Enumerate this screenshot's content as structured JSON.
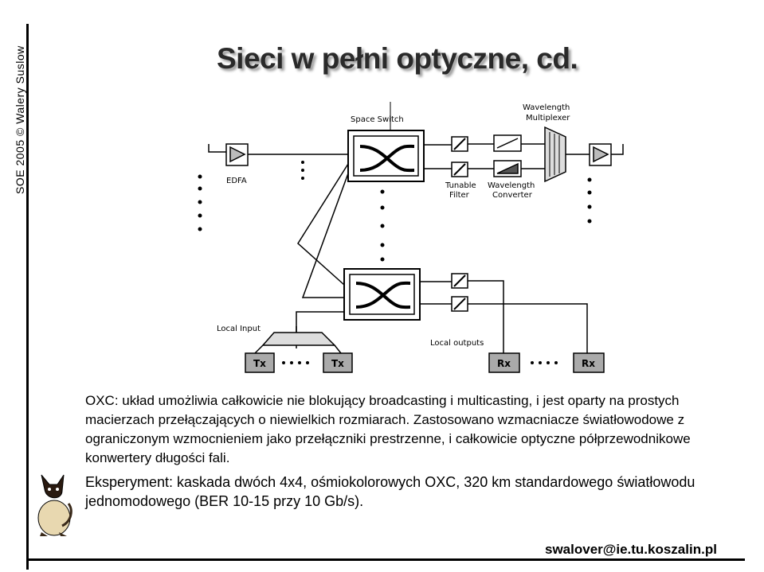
{
  "slide": {
    "title": "Sieci w pełni optyczne, cd.",
    "sidebar": "SOE 2005   © Walery Suslow",
    "paragraph1": "OXC: układ umożliwia całkowicie nie blokujący broadcasting i multicasting, i jest oparty na prostych macierzach przełączających o niewielkich rozmiarach. Zastosowano wzmacniacze światłowodowe z ograniczonym wzmocnieniem jako przełączniki prestrzenne, i całkowicie optyczne półprzewodnikowe konwertery długości fali.",
    "paragraph2": "Eksperyment: kaskada dwóch 4x4, ośmiokolorowych OXC, 320 km standardowego światłowodu jednomodowego (BER 10-15 przy 10 Gb/s).",
    "footer": "swalover@ie.tu.koszalin.pl"
  },
  "diagram": {
    "space_switch": "Space Switch",
    "wavelength_multiplexer_1": "Wavelength",
    "wavelength_multiplexer_2": "Multiplexer",
    "edfa": "EDFA",
    "tunable_filter_1": "Tunable",
    "tunable_filter_2": "Filter",
    "wavelength_converter_1": "Wavelength",
    "wavelength_converter_2": "Converter",
    "local_input": "Local Input",
    "local_outputs": "Local outputs",
    "tx": "Tx",
    "rx": "Rx"
  }
}
